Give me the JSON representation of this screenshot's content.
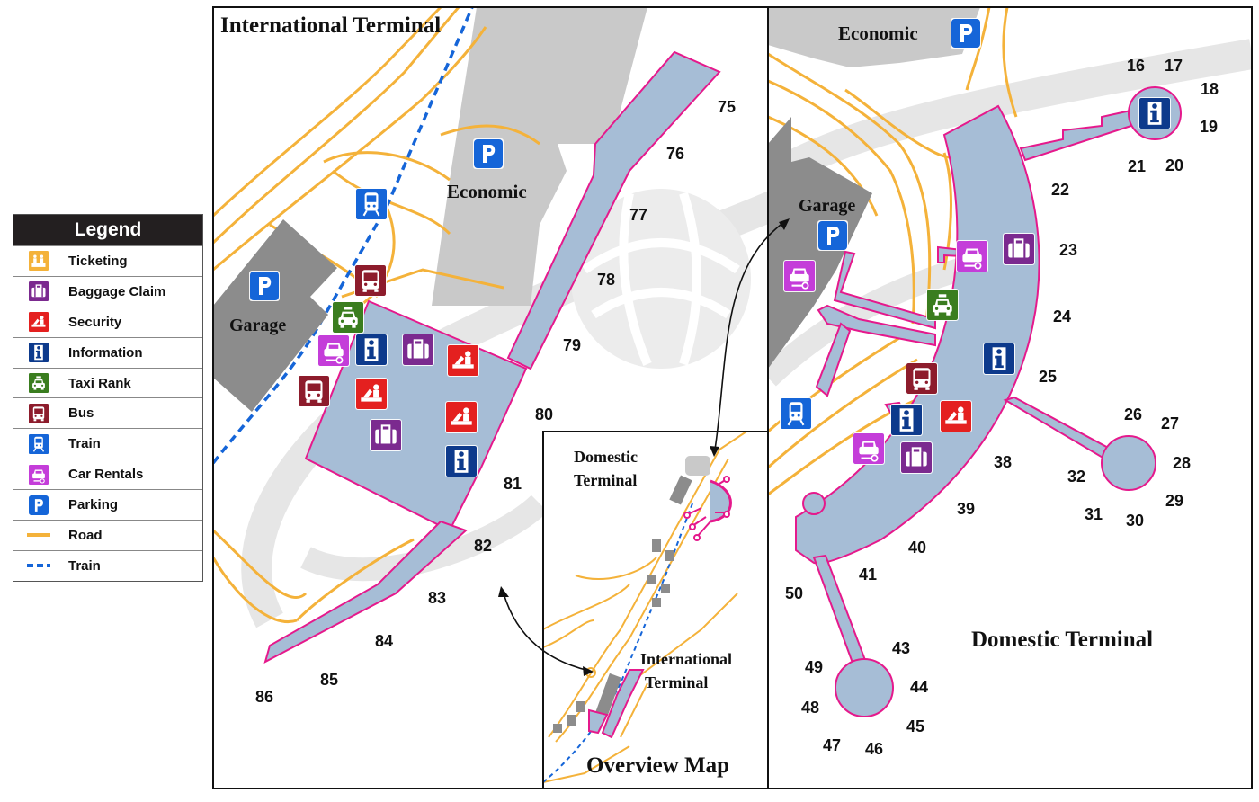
{
  "legend": {
    "title": "Legend",
    "items": [
      {
        "label": "Ticketing",
        "icon": "ticketing-icon",
        "color": "#f4b23a"
      },
      {
        "label": "Baggage Claim",
        "icon": "baggage-claim-icon",
        "color": "#7b2a8f"
      },
      {
        "label": "Security",
        "icon": "security-icon",
        "color": "#e4201f"
      },
      {
        "label": "Information",
        "icon": "information-icon",
        "color": "#0d3a8c"
      },
      {
        "label": "Taxi Rank",
        "icon": "taxi-icon",
        "color": "#3a7d1f"
      },
      {
        "label": "Bus",
        "icon": "bus-icon",
        "color": "#8d1c2c"
      },
      {
        "label": "Train",
        "icon": "train-icon",
        "color": "#1565d8"
      },
      {
        "label": "Car Rentals",
        "icon": "car-rental-icon",
        "color": "#c43dd9"
      },
      {
        "label": "Parking",
        "icon": "parking-icon",
        "color": "#1565d8"
      },
      {
        "label": "Road",
        "icon": "road-line-icon",
        "color": "#f4b23a"
      },
      {
        "label": "Train",
        "icon": "train-line-icon",
        "color": "#1565d8"
      }
    ]
  },
  "international": {
    "title": "International Terminal",
    "economic": "Economic",
    "garage": "Garage",
    "gates": [
      "75",
      "76",
      "77",
      "78",
      "79",
      "80",
      "81",
      "82",
      "83",
      "84",
      "85",
      "86"
    ]
  },
  "overview": {
    "title": "Overview Map",
    "domestic_label_1": "Domestic",
    "domestic_label_2": "Terminal",
    "international_label_1": "International",
    "international_label_2": "Terminal"
  },
  "domestic": {
    "title": "Domestic Terminal",
    "economic": "Economic",
    "garage": "Garage",
    "gates": [
      "16",
      "17",
      "18",
      "19",
      "20",
      "21",
      "22",
      "23",
      "24",
      "25",
      "26",
      "27",
      "28",
      "29",
      "30",
      "31",
      "32",
      "38",
      "39",
      "40",
      "41",
      "43",
      "44",
      "45",
      "46",
      "47",
      "48",
      "49",
      "50"
    ]
  },
  "colors": {
    "terminal_fill": "#a6bdd6",
    "terminal_stroke": "#e5198c",
    "road": "#f4b23a",
    "train_line": "#1565d8",
    "building": "#8c8c8c",
    "parking_lot": "#c9c9c9",
    "parking_sign": "#1565d8",
    "info": "#0d3a8c",
    "baggage": "#7b2a8f",
    "security": "#e4201f",
    "taxi": "#3a7d1f",
    "bus": "#8d1c2c",
    "car_rental": "#c43dd9"
  }
}
